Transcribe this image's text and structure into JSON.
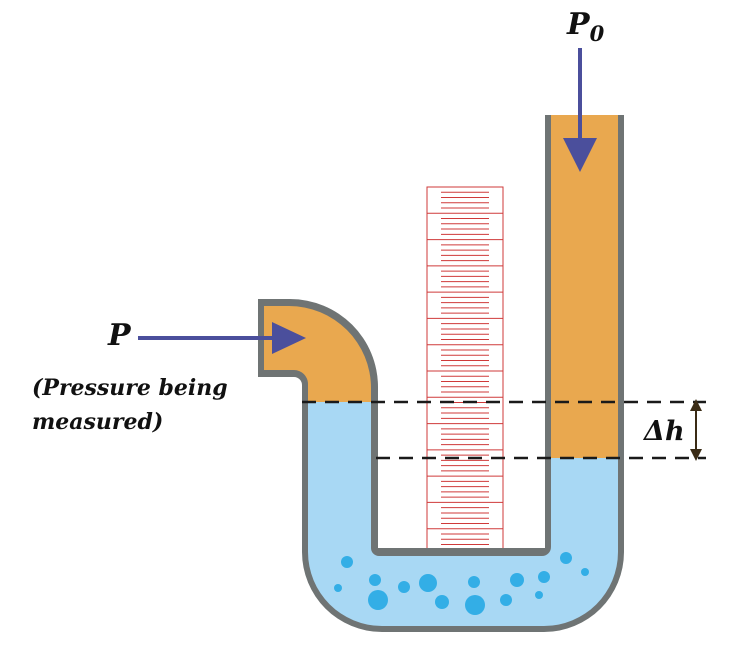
{
  "labels": {
    "p0": "P",
    "p0_sub": "0",
    "p": "P",
    "note_line1": "(Pressure being",
    "note_line2": "measured)",
    "delta_h": "Δh"
  },
  "colors": {
    "tube_wall": "#6f7474",
    "gas": "#e9a84f",
    "liquid": "#a8d8f4",
    "bubble": "#33aee6",
    "arrow": "#4b4f9c",
    "scale_line": "#cf3a3a",
    "dash": "#1a1a1a",
    "dim_arrow": "#3a2b15"
  },
  "scale": {
    "major_divisions": 14,
    "minor_per_division": 5
  }
}
